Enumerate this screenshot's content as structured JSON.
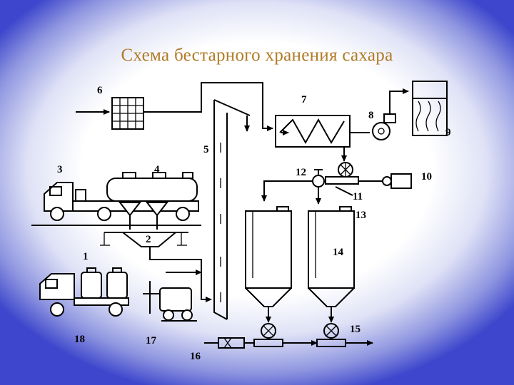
{
  "slide": {
    "title": "Схема бестарного хранения сахара"
  },
  "labels": {
    "n1": "1",
    "n2": "2",
    "n3": "3",
    "n4": "4",
    "n5": "5",
    "n6": "6",
    "n7": "7",
    "n8": "8",
    "n9": "9",
    "n10": "10",
    "n11": "11",
    "n12": "12",
    "n13": "13",
    "n14": "14",
    "n15": "15",
    "n16": "16",
    "n17": "17",
    "n18": "18"
  },
  "colors": {
    "title": "#b07a26",
    "frame_blue": "#3d46cc"
  }
}
